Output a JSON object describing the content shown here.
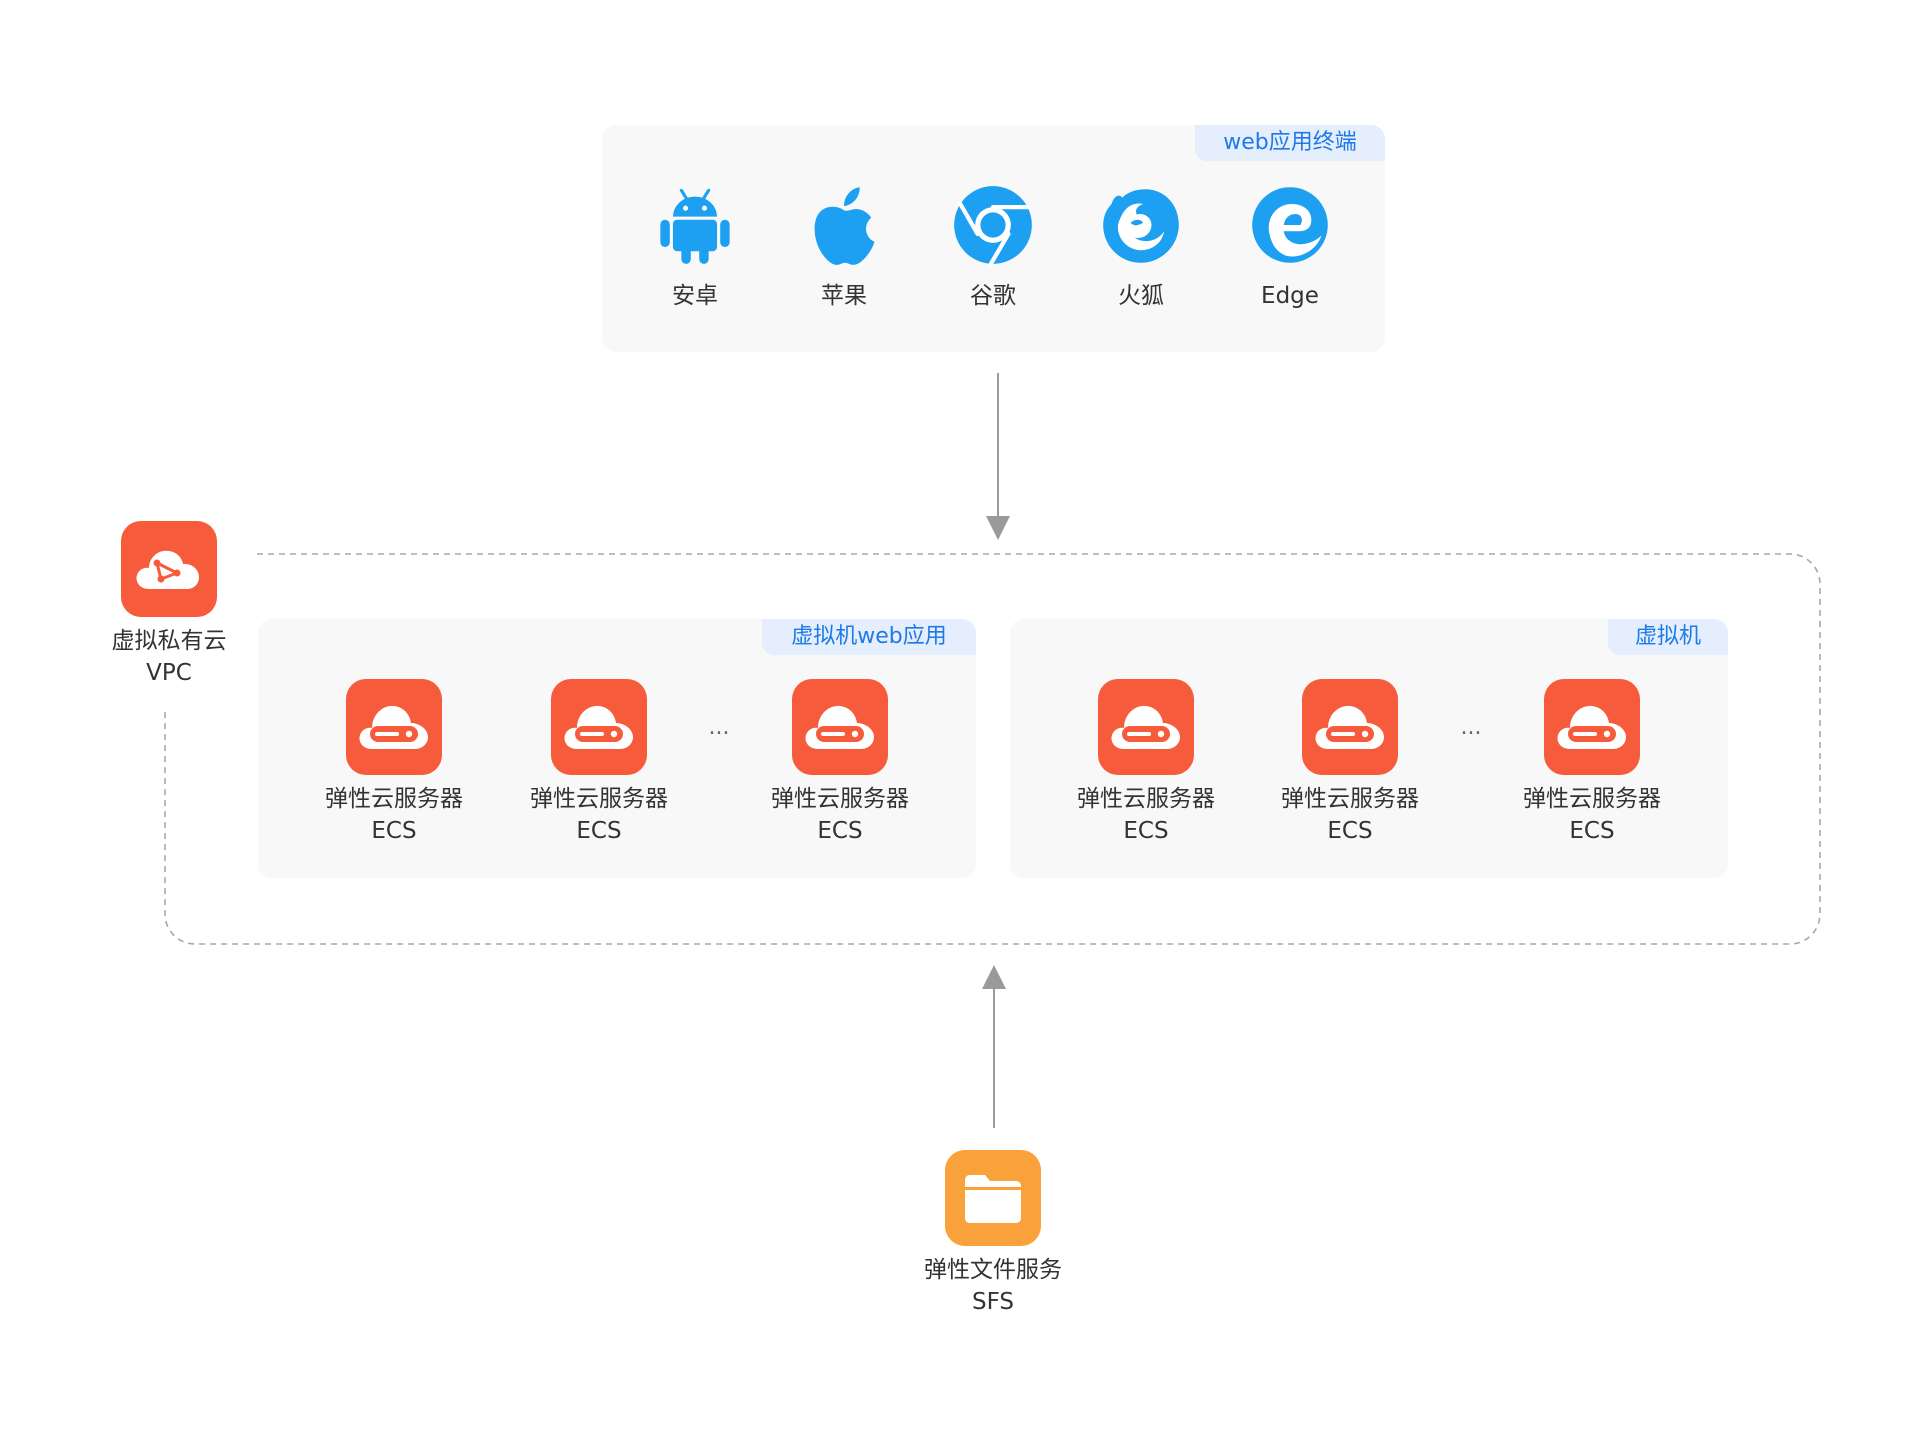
{
  "client_group": {
    "tag": "web应用终端",
    "items": [
      {
        "label": "安卓",
        "icon": "android-icon"
      },
      {
        "label": "苹果",
        "icon": "apple-icon"
      },
      {
        "label": "谷歌",
        "icon": "chrome-icon"
      },
      {
        "label": "火狐",
        "icon": "firefox-icon"
      },
      {
        "label": "Edge",
        "icon": "edge-icon"
      }
    ]
  },
  "vpc": {
    "name": "虚拟私有云",
    "abbr": "VPC",
    "icon": "vpc-cloud-icon"
  },
  "groups": [
    {
      "tag": "虚拟机web应用",
      "ellipsis": "...",
      "servers": [
        {
          "name": "弹性云服务器",
          "abbr": "ECS",
          "icon": "ecs-server-icon"
        },
        {
          "name": "弹性云服务器",
          "abbr": "ECS",
          "icon": "ecs-server-icon"
        },
        {
          "name": "弹性云服务器",
          "abbr": "ECS",
          "icon": "ecs-server-icon"
        }
      ]
    },
    {
      "tag": "虚拟机",
      "ellipsis": "...",
      "servers": [
        {
          "name": "弹性云服务器",
          "abbr": "ECS",
          "icon": "ecs-server-icon"
        },
        {
          "name": "弹性云服务器",
          "abbr": "ECS",
          "icon": "ecs-server-icon"
        },
        {
          "name": "弹性云服务器",
          "abbr": "ECS",
          "icon": "ecs-server-icon"
        }
      ]
    }
  ],
  "sfs": {
    "name": "弹性文件服务",
    "abbr": "SFS",
    "icon": "folder-icon"
  },
  "colors": {
    "client_icon": "#1ea0f2",
    "ecs_tile": "#f65b3b",
    "sfs_tile": "#f9a13a",
    "tag_bg": "#e4eefc",
    "tag_text": "#1f7ae8",
    "panel_bg": "#f8f8f8",
    "connector": "#9a9a9a"
  }
}
